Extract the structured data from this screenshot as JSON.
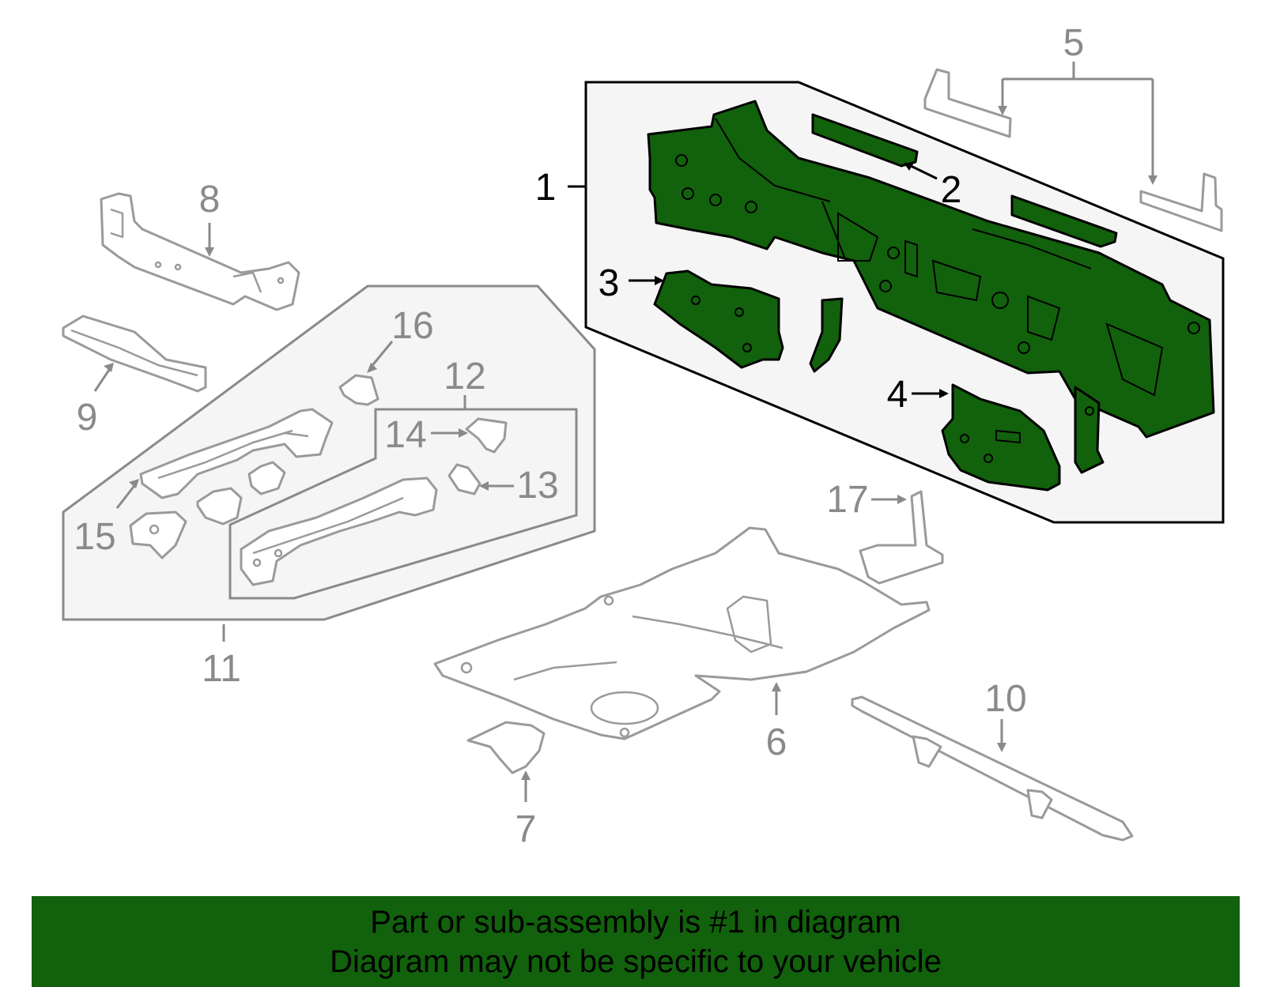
{
  "colors": {
    "highlight_part": "#12610c",
    "banner_background": "#12610c",
    "muted_part_outline": "#9a9a9a",
    "group_panel_fill": "#f5f5f5"
  },
  "callouts": {
    "c1": "1",
    "c2": "2",
    "c3": "3",
    "c4": "4",
    "c5": "5",
    "c6": "6",
    "c7": "7",
    "c8": "8",
    "c9": "9",
    "c10": "10",
    "c11": "11",
    "c12": "12",
    "c13": "13",
    "c14": "14",
    "c15": "15",
    "c16": "16",
    "c17": "17"
  },
  "banner": {
    "line1": "Part or sub-assembly is #1 in diagram",
    "line2": "Diagram may not be specific to your vehicle"
  }
}
